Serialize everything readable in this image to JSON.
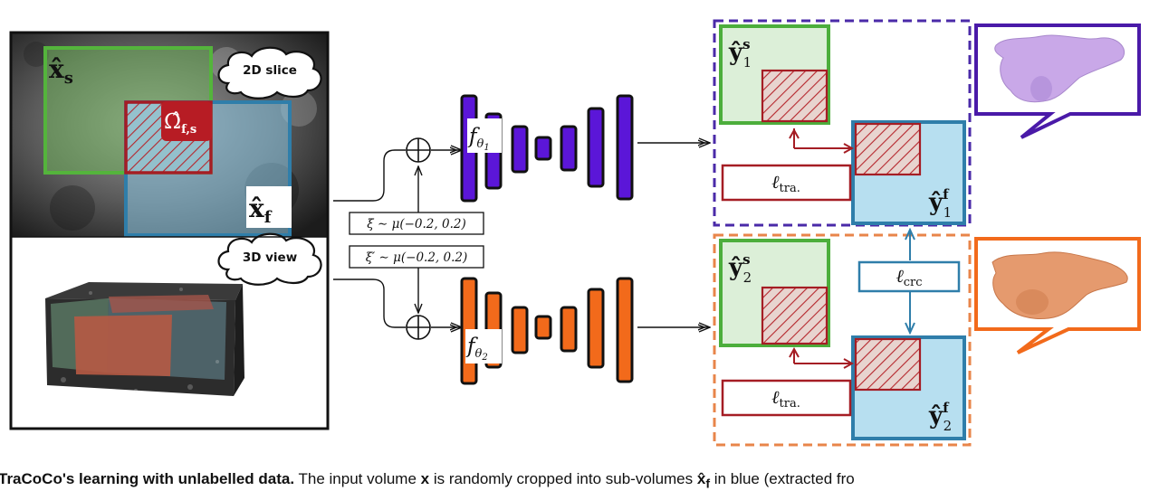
{
  "labels": {
    "x_s_base": "x̂",
    "x_s_sub": "s",
    "omega_base": "Ω̂",
    "omega_sub": "f,s",
    "x_f_base": "x̂",
    "x_f_sub": "f",
    "cloud_2d": "2D slice",
    "cloud_3d": "3D view",
    "noise_1": "ξ ∼ μ(−0.2, 0.2)",
    "noise_2": "ξ′ ∼ μ(−0.2, 0.2)",
    "net_1_base": "f",
    "net_1_sub": "θ",
    "net_1_subsub": "1",
    "net_2_base": "f",
    "net_2_sub": "θ",
    "net_2_subsub": "2",
    "y1s_base": "ŷ",
    "y1s_sup": "s",
    "y1s_sub": "1",
    "y1f_base": "ŷ",
    "y1f_sup": "f",
    "y1f_sub": "1",
    "y2s_base": "ŷ",
    "y2s_sup": "s",
    "y2s_sub": "2",
    "y2f_base": "ŷ",
    "y2f_sup": "f",
    "y2f_sub": "2",
    "loss_tra_1": "ℓ",
    "loss_tra_1_sub": "tra.",
    "loss_tra_2": "ℓ",
    "loss_tra_2_sub": "tra.",
    "loss_crc": "ℓ",
    "loss_crc_sub": "crc"
  },
  "caption": {
    "bold": "TraCoCo's learning with unlabelled data.",
    "text_1": " The input volume ",
    "x": "x",
    "text_2": " is randomly cropped into sub-volumes ",
    "xf": "x̂",
    "xf_sub": "f",
    "text_3": " in blue (extracted fro"
  },
  "colors": {
    "purple": "#5b16d8",
    "orange": "#f26a1b",
    "green": "#4cae3c",
    "blue": "#2f7eaa",
    "red": "#a51d24",
    "purple_dash": "#4a2aa8",
    "orange_dash": "#e8854a",
    "shape_purple": "#c9a8e8",
    "shape_orange": "#e59a6e"
  }
}
